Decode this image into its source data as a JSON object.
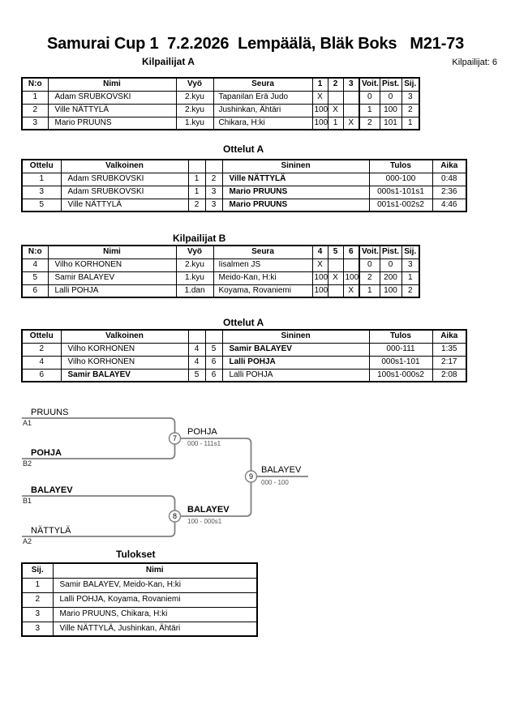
{
  "page": {
    "title": "Samurai Cup 1  7.2.2026  Lempäälä, Bläk Boks   M21-73",
    "competitors_label": "Kilpailijat: 6"
  },
  "colors": {
    "bracket_line": "#808080",
    "score_text": "#555555"
  },
  "pool_a": {
    "title": "Kilpailijat A",
    "headers": {
      "no": "N:o",
      "name": "Nimi",
      "belt": "Vyö",
      "club": "Seura",
      "c1": "1",
      "c2": "2",
      "c3": "3",
      "wins": "Voit.",
      "points": "Pist.",
      "place": "Sij."
    },
    "rows": [
      {
        "no": "1",
        "name": "Adam SRUBKOVSKI",
        "belt": "2.kyu",
        "club": "Tapanilan Erä Judo",
        "c1": "X",
        "c2": "",
        "c3": "",
        "wins": "0",
        "points": "0",
        "place": "3"
      },
      {
        "no": "2",
        "name": "Ville NÄTTYLÄ",
        "belt": "2.kyu",
        "club": "Jushinkan, Ähtäri",
        "c1": "100",
        "c2": "X",
        "c3": "",
        "wins": "1",
        "points": "100",
        "place": "2"
      },
      {
        "no": "3",
        "name": "Mario PRUUNS",
        "belt": "1.kyu",
        "club": "Chikara, H:ki",
        "c1": "100",
        "c2": "1",
        "c3": "X",
        "wins": "2",
        "points": "101",
        "place": "1"
      }
    ]
  },
  "matches_a": {
    "title": "Ottelut A",
    "headers": {
      "match": "Ottelu",
      "white": "Valkoinen",
      "blue": "Sininen",
      "result": "Tulos",
      "time": "Aika"
    },
    "rows": [
      {
        "match": "1",
        "white": "Adam SRUBKOVSKI",
        "white_no": "1",
        "blue_no": "2",
        "blue": "Ville NÄTTYLÄ",
        "result": "000-100",
        "time": "0:48",
        "white_bold": false,
        "blue_bold": true
      },
      {
        "match": "3",
        "white": "Adam SRUBKOVSKI",
        "white_no": "1",
        "blue_no": "3",
        "blue": "Mario PRUUNS",
        "result": "000s1-101s1",
        "time": "2:36",
        "white_bold": false,
        "blue_bold": true
      },
      {
        "match": "5",
        "white": "Ville NÄTTYLÄ",
        "white_no": "2",
        "blue_no": "3",
        "blue": "Mario PRUUNS",
        "result": "001s1-002s2",
        "time": "4:46",
        "white_bold": false,
        "blue_bold": true
      }
    ]
  },
  "pool_b": {
    "title": "Kilpailijat B",
    "headers": {
      "no": "N:o",
      "name": "Nimi",
      "belt": "Vyö",
      "club": "Seura",
      "c1": "4",
      "c2": "5",
      "c3": "6",
      "wins": "Voit.",
      "points": "Pist.",
      "place": "Sij."
    },
    "rows": [
      {
        "no": "4",
        "name": "Vilho KORHONEN",
        "belt": "2.kyu",
        "club": "Iisalmen JS",
        "c1": "X",
        "c2": "",
        "c3": "",
        "wins": "0",
        "points": "0",
        "place": "3"
      },
      {
        "no": "5",
        "name": "Samir BALAYEV",
        "belt": "1.kyu",
        "club": "Meido-Kan, H:ki",
        "c1": "100",
        "c2": "X",
        "c3": "100",
        "wins": "2",
        "points": "200",
        "place": "1"
      },
      {
        "no": "6",
        "name": "Lalli POHJA",
        "belt": "1.dan",
        "club": "Koyama, Rovaniemi",
        "c1": "100",
        "c2": "",
        "c3": "X",
        "wins": "1",
        "points": "100",
        "place": "2"
      }
    ]
  },
  "matches_b": {
    "title": "Ottelut A",
    "headers": {
      "match": "Ottelu",
      "white": "Valkoinen",
      "blue": "Sininen",
      "result": "Tulos",
      "time": "Aika"
    },
    "rows": [
      {
        "match": "2",
        "white": "Vilho KORHONEN",
        "white_no": "4",
        "blue_no": "5",
        "blue": "Samir BALAYEV",
        "result": "000-111",
        "time": "1:35",
        "white_bold": false,
        "blue_bold": true
      },
      {
        "match": "4",
        "white": "Vilho KORHONEN",
        "white_no": "4",
        "blue_no": "6",
        "blue": "Lalli POHJA",
        "result": "000s1-101",
        "time": "2:17",
        "white_bold": false,
        "blue_bold": true
      },
      {
        "match": "6",
        "white": "Samir BALAYEV",
        "white_no": "5",
        "blue_no": "6",
        "blue": "Lalli POHJA",
        "result": "100s1-000s2",
        "time": "2:08",
        "white_bold": true,
        "blue_bold": false
      }
    ]
  },
  "bracket": {
    "slots": [
      {
        "name": "PRUUNS",
        "seed": "A1",
        "bold": false
      },
      {
        "name": "POHJA",
        "seed": "B2",
        "bold": true
      },
      {
        "name": "BALAYEV",
        "seed": "B1",
        "bold": true
      },
      {
        "name": "NÄTTYLÄ",
        "seed": "A2",
        "bold": false
      }
    ],
    "matches": [
      {
        "no": "7",
        "winner": "POHJA",
        "score": "000 - 111s1",
        "bold": false
      },
      {
        "no": "8",
        "winner": "BALAYEV",
        "score": "100 - 000s1",
        "bold": true
      },
      {
        "no": "9",
        "winner": "BALAYEV",
        "score": "000 - 100",
        "bold": false
      }
    ]
  },
  "results": {
    "title": "Tulokset",
    "headers": {
      "place": "Sij.",
      "name": "Nimi"
    },
    "rows": [
      {
        "place": "1",
        "name": "Samir BALAYEV, Meido-Kan, H:ki"
      },
      {
        "place": "2",
        "name": "Lalli POHJA, Koyama, Rovaniemi"
      },
      {
        "place": "3",
        "name": "Mario PRUUNS, Chikara, H:ki"
      },
      {
        "place": "3",
        "name": "Ville NÄTTYLÄ, Jushinkan, Ähtäri"
      }
    ]
  }
}
